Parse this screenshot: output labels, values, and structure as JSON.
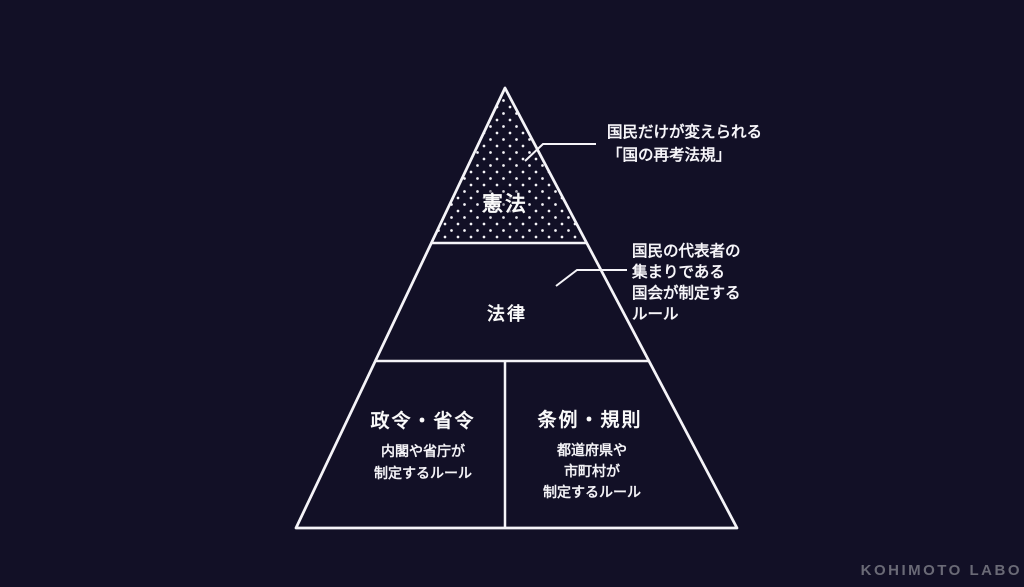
{
  "colors": {
    "background": "#121026",
    "line": "#f5f4f8",
    "text": "#fafafa",
    "watermark_text": "#6a6a76"
  },
  "pyramid": {
    "tiers": [
      {
        "id": "constitution",
        "label": "憲法",
        "pattern": "dotted"
      },
      {
        "id": "law",
        "label": "法律"
      },
      {
        "id": "cabinet-orders",
        "label": "政令・省令",
        "desc": [
          "内閣や省庁が",
          "制定するルール"
        ]
      },
      {
        "id": "local-ordinances",
        "label": "条例・規則",
        "desc": [
          "都道府県や",
          "市町村が",
          "制定するルール"
        ]
      }
    ]
  },
  "annotations": [
    {
      "id": "constitution-note",
      "lines": [
        "国民だけが変えられる",
        "「国の再考法規」"
      ]
    },
    {
      "id": "law-note",
      "lines": [
        "国民の代表者の",
        "集まりである",
        "国会が制定する",
        "ルール"
      ]
    }
  ],
  "watermark": {
    "text": "KOHIMOTO LABO"
  }
}
